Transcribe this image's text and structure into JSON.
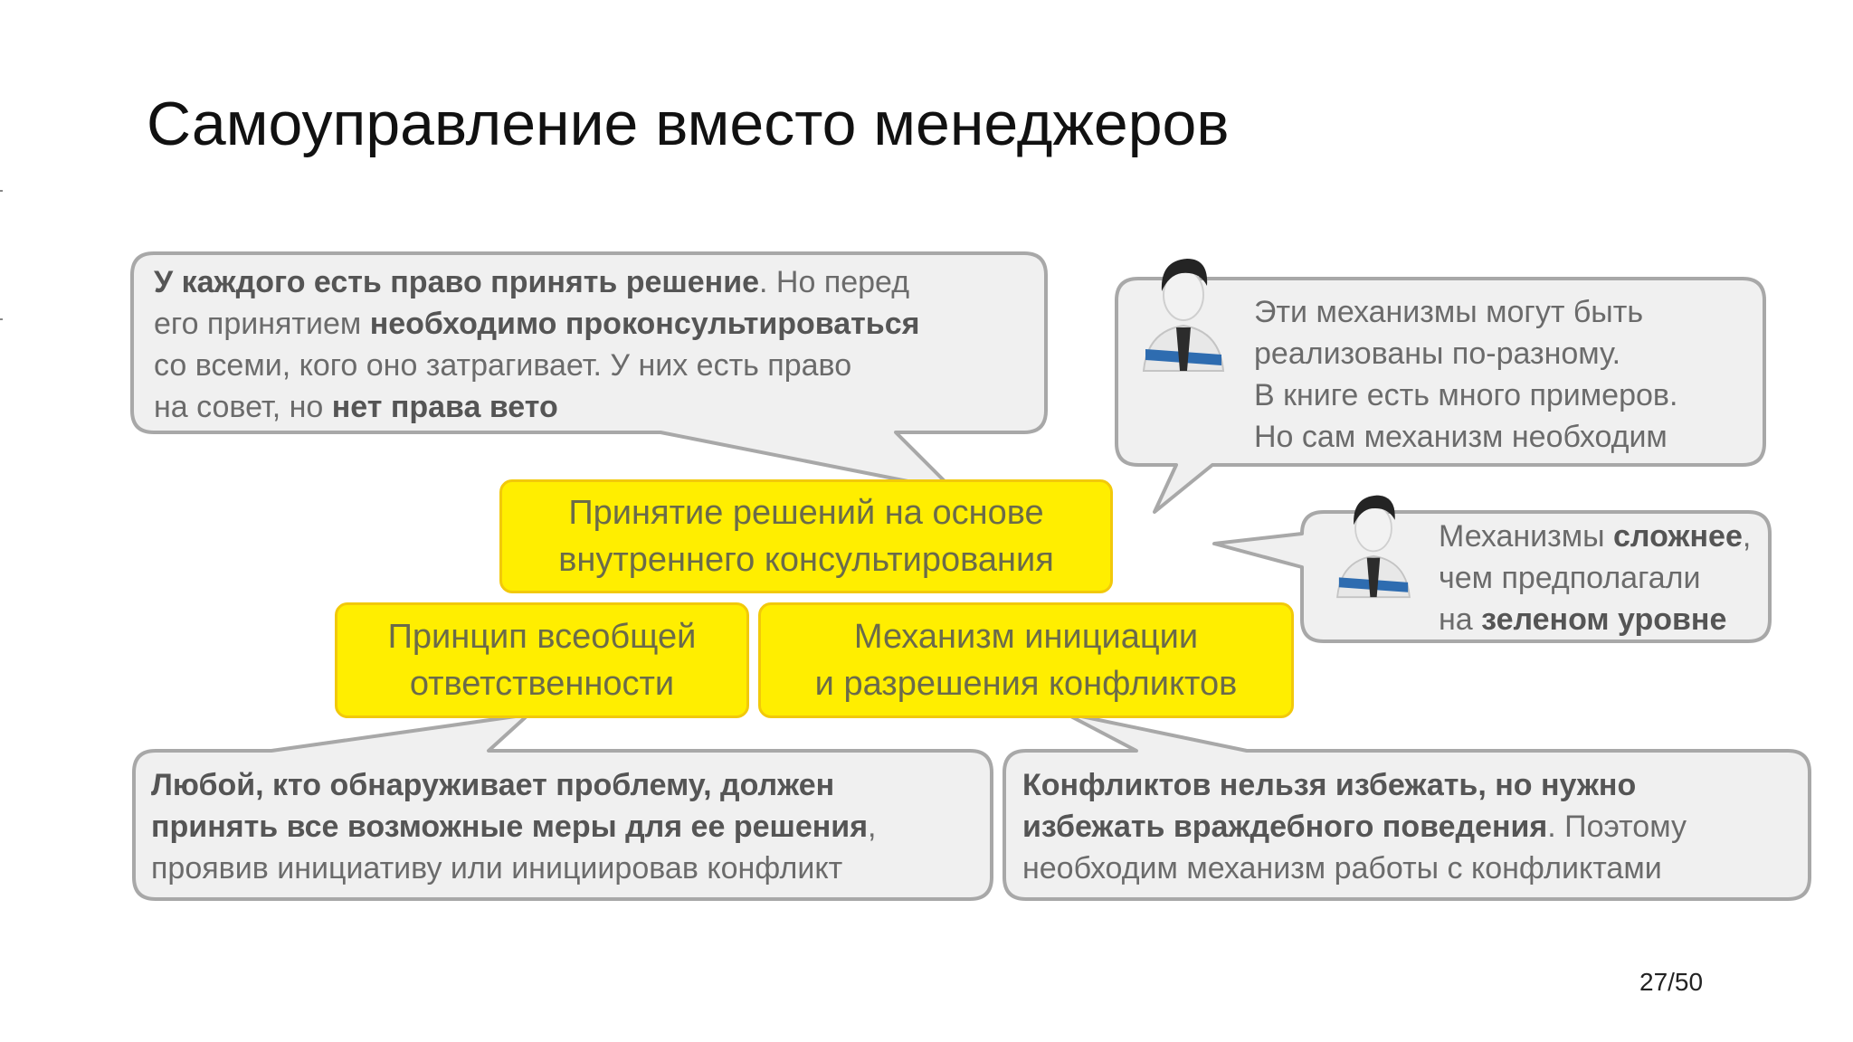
{
  "title": "Самоуправление вместо менеджеров",
  "colors": {
    "highlight_fill": "#ffee00",
    "highlight_border": "#f2c90a",
    "bubble_fill": "#f0f0f0",
    "bubble_border": "#a8a8a8"
  },
  "bubbles": {
    "decision": {
      "l1_bold": "У каждого есть право принять решение",
      "l1_rest": ". Но перед",
      "l2_pre": "его принятием ",
      "l2_bold": "необходимо проконсультироваться",
      "l3": "со всеми, кого оно затрагивает. У них есть право",
      "l4_pre": "на совет, но ",
      "l4_bold": "нет права вето"
    },
    "mechanisms": {
      "l1": "Эти механизмы могут быть",
      "l2": "реализованы по-разному.",
      "l3": "В книге есть много примеров.",
      "l4": "Но сам механизм необходим"
    },
    "complex": {
      "l1_pre": "Механизмы ",
      "l1_bold": "сложнее",
      "l1_post": ",",
      "l2": "чем предполагали",
      "l3_pre": "на ",
      "l3_bold": "зеленом  уровне"
    },
    "responsibility": {
      "l1_bold": "Любой, кто обнаруживает проблему, должен",
      "l2_bold": "принять все возможные меры для ее решения",
      "l2_rest": ",",
      "l3": "проявив инициативу или инициировав конфликт"
    },
    "conflicts": {
      "l1_bold": "Конфликтов нельзя избежать, но нужно",
      "l2_bold": "избежать враждебного поведения",
      "l2_rest": ". Поэтому",
      "l3": "необходим механизм работы с конфликтами"
    }
  },
  "boxes": {
    "decision_making": {
      "line1": "Принятие решений на основе",
      "line2": "внутреннего консультирования"
    },
    "responsibility_principle": {
      "line1": "Принцип всеобщей",
      "line2": "ответственности"
    },
    "conflict_mechanism": {
      "line1": "Механизм инициации",
      "line2": "и разрешения конфликтов"
    }
  },
  "icons": {
    "person_a": "person-avatar-icon",
    "person_b": "person-avatar-icon"
  },
  "page": "27/50"
}
